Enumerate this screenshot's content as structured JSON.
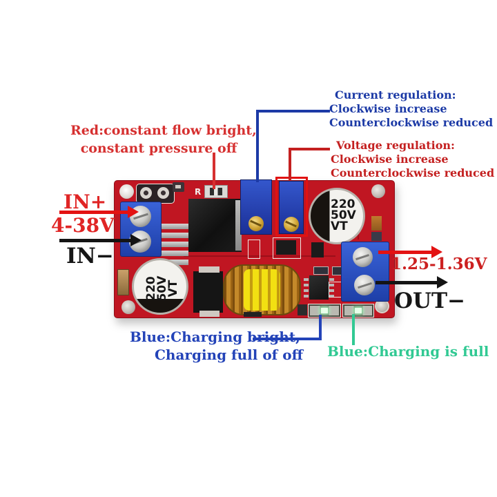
{
  "notes": {
    "current": {
      "title": "Current regulation:",
      "line1": "Clockwise increase",
      "line2": "Counterclockwise reduced"
    },
    "voltage": {
      "title": "Voltage regulation:",
      "line1": "Clockwise increase",
      "line2": "Counterclockwise reduced"
    },
    "red_led": {
      "line1": "Red:constant flow bright,",
      "line2": "constant pressure off"
    },
    "blue_led": {
      "line1": "Blue:Charging bright,",
      "line2": "Charging full of off"
    },
    "green_led": {
      "text": "Blue:Charging is full"
    }
  },
  "io_labels": {
    "in_plus": "IN+",
    "in_range": "4-38V",
    "in_minus": "IN−",
    "out_range": "1.25-1.36V",
    "out_minus": "OUT−"
  },
  "board_text": {
    "cap_top": {
      "l1": "220",
      "l2": "50V",
      "l3": "VT"
    },
    "cap_bottom": {
      "l1": "220",
      "l2": "50V",
      "l3": "VT"
    },
    "r_silkscreen": "R"
  },
  "colors": {
    "pcb_red": "#c01622",
    "terminal_blue": "#2f58cc",
    "trimpot_blue": "#1d3fae",
    "note_blue": "#1c3aa6",
    "note_red": "#c42020",
    "note_green": "#31c993",
    "label_red": "#e02525",
    "label_black": "#161616",
    "inductor_yellow": "#f2e012",
    "inductor_copper": "#c4892a",
    "highlight_box_red": "#e11212"
  }
}
